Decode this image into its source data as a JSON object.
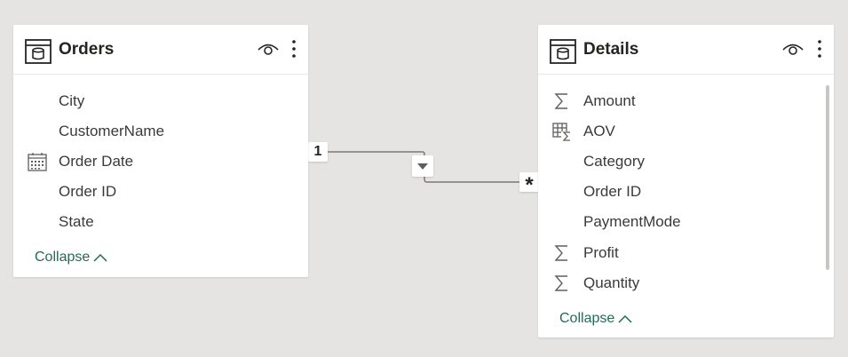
{
  "orders": {
    "title": "Orders",
    "fields": [
      {
        "name": "City",
        "icon": ""
      },
      {
        "name": "CustomerName",
        "icon": ""
      },
      {
        "name": "Order Date",
        "icon": "calendar-icon"
      },
      {
        "name": "Order ID",
        "icon": ""
      },
      {
        "name": "State",
        "icon": ""
      }
    ],
    "collapse_label": "Collapse"
  },
  "details": {
    "title": "Details",
    "fields": [
      {
        "name": "Amount",
        "icon": "sigma-icon"
      },
      {
        "name": "AOV",
        "icon": "measure-table-icon"
      },
      {
        "name": "Category",
        "icon": ""
      },
      {
        "name": "Order ID",
        "icon": ""
      },
      {
        "name": "PaymentMode",
        "icon": ""
      },
      {
        "name": "Profit",
        "icon": "sigma-icon"
      },
      {
        "name": "Quantity",
        "icon": "sigma-icon"
      }
    ],
    "collapse_label": "Collapse"
  },
  "relationship": {
    "one_side": "1",
    "many_side": "*"
  },
  "colors": {
    "canvas": "#e5e4e2",
    "card": "#ffffff",
    "accent": "#216b57",
    "text": "#3b3a39"
  }
}
